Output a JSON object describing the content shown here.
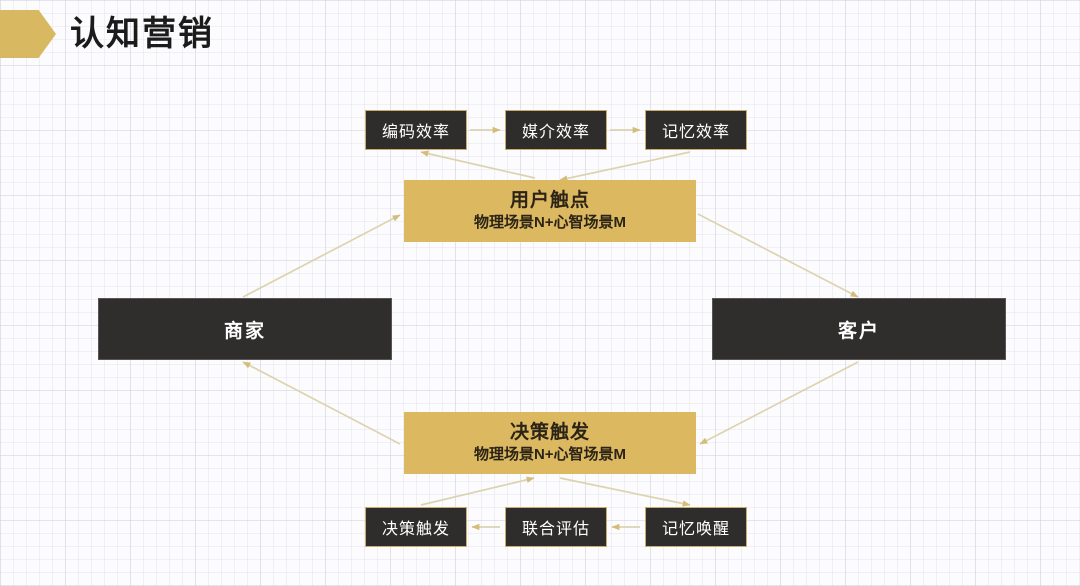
{
  "slide": {
    "title": "认知营销",
    "marker_icon": "pentagon-arrow-icon",
    "background_color": "#fcfcfe",
    "accent_gold": "#dcb860",
    "accent_dark": "#2f2c2c",
    "connector_color": "#d5c48c"
  },
  "nodes": {
    "top_row": [
      {
        "id": "encoding",
        "label": "编码效率",
        "style": "dark-small"
      },
      {
        "id": "media",
        "label": "媒介效率",
        "style": "dark-small"
      },
      {
        "id": "memory",
        "label": "记忆效率",
        "style": "dark-small"
      }
    ],
    "touchpoint": {
      "id": "touchpoint",
      "line1": "用户触点",
      "line2": "物理场景N+心智场景M",
      "style": "gold"
    },
    "sides": [
      {
        "id": "merchant",
        "label": "商家",
        "style": "dark-wide"
      },
      {
        "id": "customer",
        "label": "客户",
        "style": "dark-wide"
      }
    ],
    "decision_main": {
      "id": "decision-main",
      "line1": "决策触发",
      "line2": "物理场景N+心智场景M",
      "style": "gold"
    },
    "bottom_row": [
      {
        "id": "decision",
        "label": "决策触发",
        "style": "dark-small"
      },
      {
        "id": "joint",
        "label": "联合评估",
        "style": "dark-small"
      },
      {
        "id": "recall",
        "label": "记忆唤醒",
        "style": "dark-small"
      }
    ]
  },
  "connectors": [
    {
      "from": "encoding",
      "to": "media",
      "direction": "right"
    },
    {
      "from": "media",
      "to": "memory",
      "direction": "right"
    },
    {
      "from": "touchpoint",
      "to": "encoding",
      "direction": "up-left"
    },
    {
      "from": "memory",
      "to": "touchpoint",
      "direction": "down-left"
    },
    {
      "from": "merchant",
      "to": "touchpoint",
      "direction": "up-right"
    },
    {
      "from": "touchpoint",
      "to": "customer",
      "direction": "down-right"
    },
    {
      "from": "customer",
      "to": "decision-main",
      "direction": "down-left"
    },
    {
      "from": "decision-main",
      "to": "merchant",
      "direction": "up-left"
    },
    {
      "from": "decision-main",
      "to": "recall",
      "direction": "down-right"
    },
    {
      "from": "recall",
      "to": "joint",
      "direction": "left"
    },
    {
      "from": "joint",
      "to": "decision",
      "direction": "left"
    },
    {
      "from": "decision",
      "to": "decision-main",
      "direction": "up-right"
    }
  ]
}
